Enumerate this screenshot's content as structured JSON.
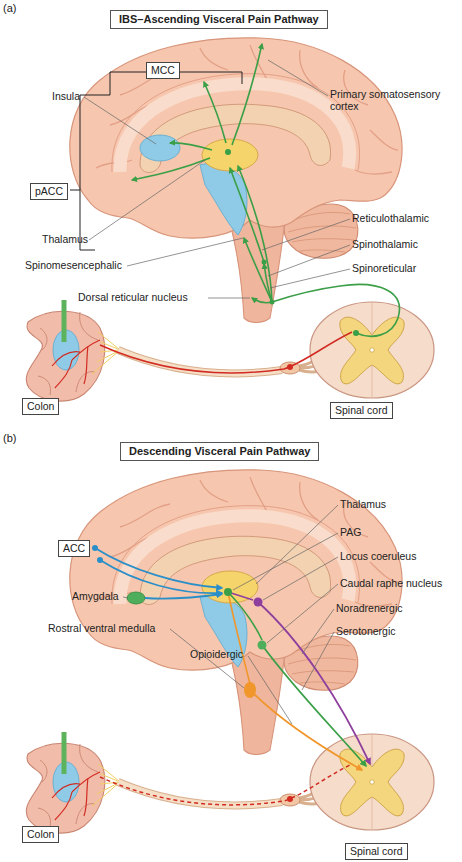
{
  "diagram": {
    "nodes": [
      {
        "text": [
          "IBS–Ascending Visceral Pain Pathway"
        ]
      },
      {
        "text": [
          "MCC"
        ]
      },
      {
        "text": [
          "pACC"
        ]
      },
      {
        "text": [
          "Colon"
        ]
      },
      {
        "text": [
          "Spinal cord"
        ]
      },
      {
        "text": [
          "Descending Visceral Pain Pathway"
        ]
      },
      {
        "text": [
          "ACC"
        ]
      },
      {
        "text": [
          "Colon"
        ]
      },
      {
        "text": [
          "Spinal cord"
        ]
      }
    ],
    "labels": [
      "(a)",
      "Insula",
      "Primary somatosensory cortex",
      "Thalamus",
      "Reticulothalamic",
      "Spinothalamic",
      "Spinomesencephalic",
      "Spinoreticular",
      "Dorsal reticular nucleus",
      "(b)",
      "Thalamus",
      "PAG",
      "Locus coeruleus",
      "Caudal raphe nucleus",
      "Amygdala",
      "Noradrenergic",
      "Serotonergic",
      "Rostral ventral medulla",
      "Opioidergic"
    ]
  }
}
